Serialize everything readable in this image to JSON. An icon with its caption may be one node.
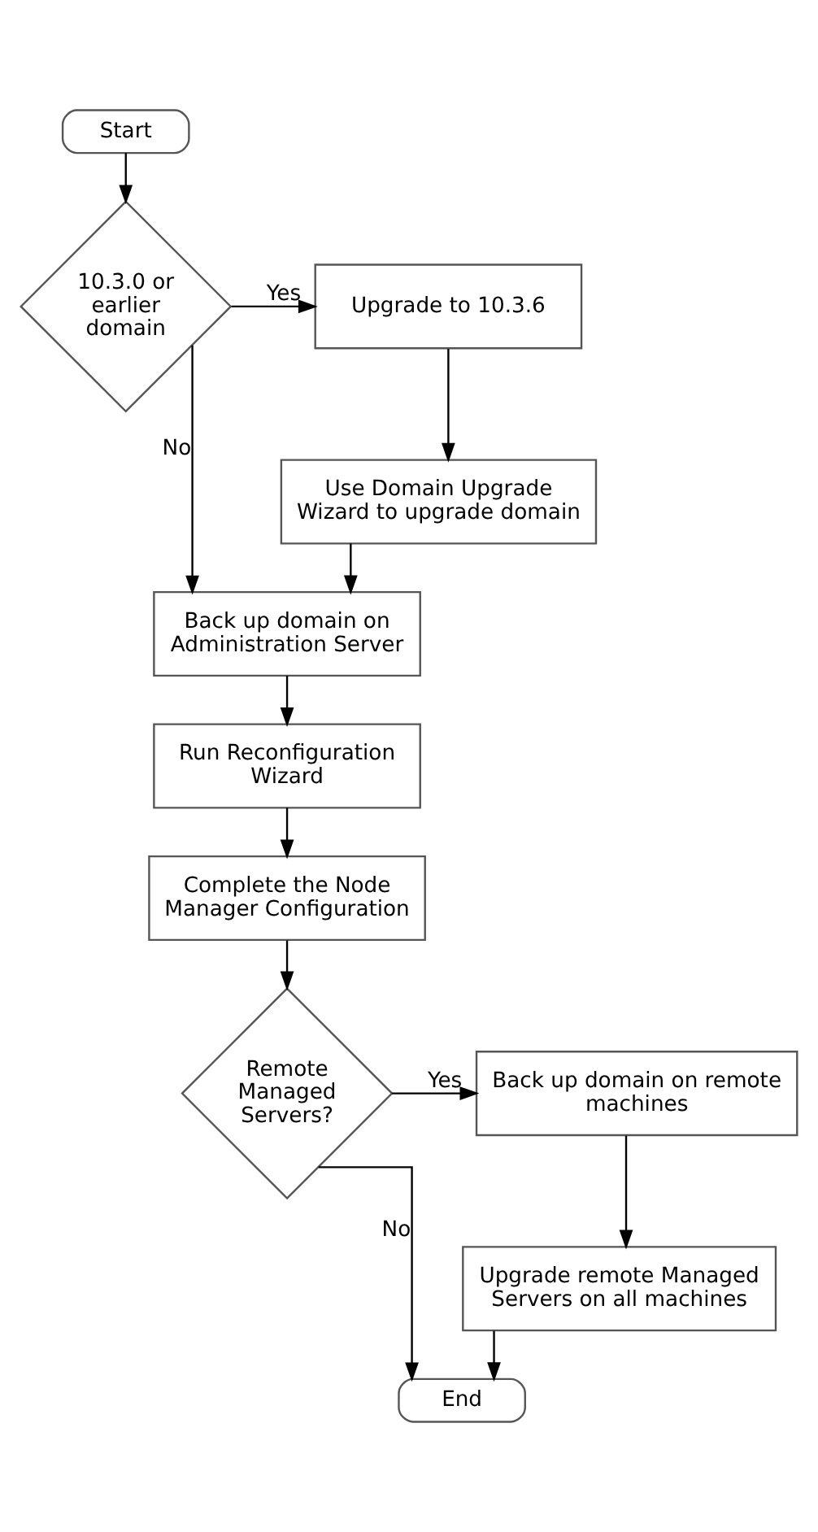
{
  "diagram": {
    "nodes": [
      {
        "text": [
          "Start"
        ]
      },
      {
        "text": [
          "10.3.0 or earlier domain"
        ]
      },
      {
        "text": [
          "Upgrade to 10.3.6"
        ]
      },
      {
        "text": [
          "Use Domain Upgrade Wizard to upgrade domain"
        ]
      },
      {
        "text": [
          "Back up domain on Administration Server"
        ]
      },
      {
        "text": [
          "Run Reconfiguration Wizard"
        ]
      },
      {
        "text": [
          "Complete the Node Manager Configuration"
        ]
      },
      {
        "text": [
          "Remote Managed Servers?"
        ]
      },
      {
        "text": [
          "Back up domain on remote machines"
        ]
      },
      {
        "text": [
          "Upgrade remote Managed Servers on all machines"
        ]
      },
      {
        "text": [
          "End"
        ]
      }
    ],
    "edges": [
      {
        "from": 0,
        "to": 1,
        "arrow": "to"
      },
      {
        "from": 1,
        "to": 2,
        "arrow": "to",
        "label": "Yes"
      },
      {
        "from": 2,
        "to": 3,
        "arrow": "to"
      },
      {
        "from": 1,
        "to": 4,
        "arrow": "to",
        "label": "No"
      },
      {
        "from": 3,
        "to": 4,
        "arrow": "to"
      },
      {
        "from": 4,
        "to": 5,
        "arrow": "to"
      },
      {
        "from": 5,
        "to": 6,
        "arrow": "to"
      },
      {
        "from": 6,
        "to": 7,
        "arrow": "to"
      },
      {
        "from": 7,
        "to": 8,
        "arrow": "to",
        "label": "Yes"
      },
      {
        "from": 8,
        "to": 9,
        "arrow": "to"
      },
      {
        "from": 7,
        "to": 10,
        "arrow": "to",
        "label": "No"
      },
      {
        "from": 9,
        "to": 10,
        "arrow": "to"
      }
    ]
  }
}
